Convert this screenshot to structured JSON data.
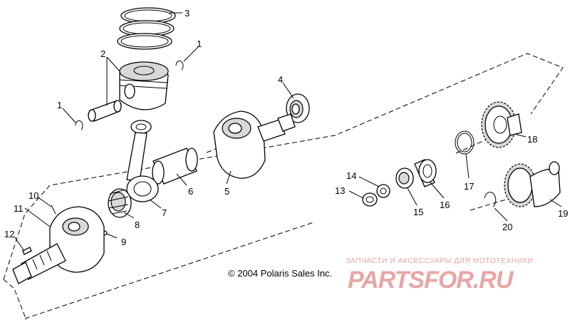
{
  "callouts": {
    "c1a": "1",
    "c1b": "1",
    "c2": "2",
    "c3": "3",
    "c4": "4",
    "c5": "5",
    "c6": "6",
    "c7": "7",
    "c8": "8",
    "c9": "9",
    "c10": "10",
    "c11": "11",
    "c12": "12",
    "c13": "13",
    "c14": "14",
    "c15": "15",
    "c16": "16",
    "c17": "17",
    "c18": "18",
    "c19": "19",
    "c20": "20"
  },
  "copyright": "© 2004 Polaris Sales Inc.",
  "watermark": {
    "tagline": "ЗАПЧАСТИ И АКСЕССУАРЫ ДЛЯ МОТОТЕХНИКИ",
    "logo": "PARTSFOR.RU",
    "color": "#e8a6a6"
  }
}
